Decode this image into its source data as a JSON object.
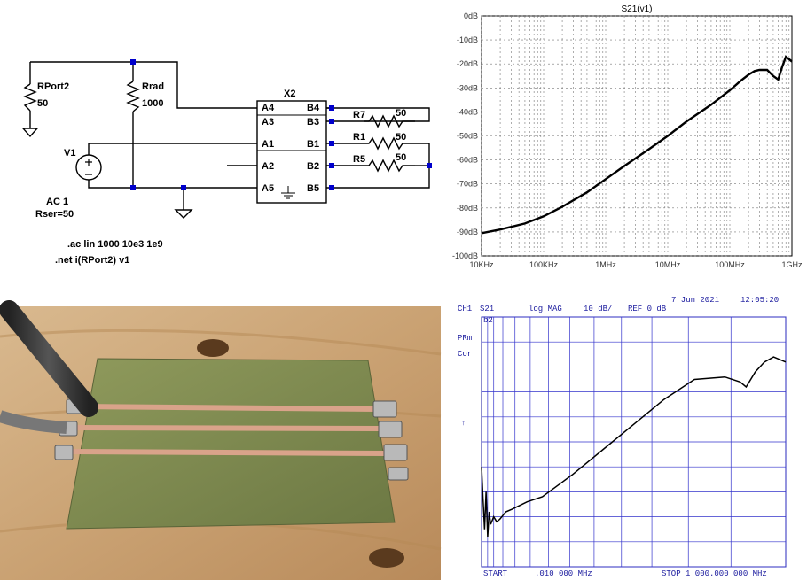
{
  "schematic": {
    "rport2": {
      "name": "RPort2",
      "value": "50"
    },
    "rrad": {
      "name": "Rrad",
      "value": "1000"
    },
    "v1": {
      "name": "V1",
      "ac": "AC 1",
      "rser": "Rser=50"
    },
    "x2": "X2",
    "pins_left": [
      "A4",
      "A3",
      "A1",
      "A2",
      "A5"
    ],
    "pins_right": [
      "B4",
      "B3",
      "B1",
      "B2",
      "B5"
    ],
    "r7": {
      "name": "R7",
      "value": "50"
    },
    "r1": {
      "name": "R1",
      "value": "50"
    },
    "r5": {
      "name": "R5",
      "value": "50"
    },
    "directive_ac": ".ac lin 1000 10e3 1e9",
    "directive_net": ".net i(RPort2) v1"
  },
  "sim_plot": {
    "title": "S21(v1)",
    "y_ticks": [
      "0dB",
      "-10dB",
      "-20dB",
      "-30dB",
      "-40dB",
      "-50dB",
      "-60dB",
      "-70dB",
      "-80dB",
      "-90dB",
      "-100dB"
    ],
    "x_ticks": [
      "10KHz",
      "100KHz",
      "1MHz",
      "10MHz",
      "100MHz",
      "1GHz"
    ]
  },
  "vna_plot": {
    "date": "7 Jun 2021",
    "time": "12:05:20",
    "ch": "CH1",
    "param": "S21",
    "fmt": "log MAG",
    "scale": "10 dB/",
    "ref": "REF 0 dB",
    "marker_b": "b2",
    "prm": "PRm",
    "cor": "Cor",
    "start_label": "START",
    "start_freq": ".010 000 MHz",
    "stop_label": "STOP 1 000.000 000 MHz",
    "ref_arrow": "↑"
  },
  "photo": {
    "label": "Test board with three parallel copper strips and SMA connectors"
  },
  "chart_data": [
    {
      "type": "line",
      "title": "S21(v1)",
      "xscale": "log",
      "xlim": [
        10000,
        1000000000
      ],
      "ylim": [
        -100,
        0
      ],
      "ylabel": "",
      "xlabel": "",
      "grid": true,
      "series": [
        {
          "name": "S21(v1)",
          "x": [
            10000,
            20000,
            50000,
            100000,
            200000,
            500000,
            1000000,
            2000000,
            5000000,
            10000000,
            20000000,
            50000000,
            100000000,
            150000000,
            200000000,
            250000000,
            300000000,
            400000000,
            500000000,
            600000000,
            700000000,
            800000000,
            1000000000
          ],
          "y": [
            -90.5,
            -89,
            -86.5,
            -83.5,
            -79.5,
            -73.5,
            -68,
            -62.5,
            -55.5,
            -50,
            -44,
            -37,
            -31,
            -27,
            -24.5,
            -23,
            -22.5,
            -22.5,
            -25,
            -26.5,
            -21,
            -17,
            -19
          ]
        }
      ]
    },
    {
      "type": "line",
      "title": "",
      "xscale": "linear",
      "xlim": [
        0.01,
        1000
      ],
      "ylim": [
        -100,
        0
      ],
      "grid": true,
      "series": [
        {
          "name": "S21",
          "x": [
            0.01,
            5,
            10,
            15,
            20,
            25,
            30,
            40,
            50,
            60,
            80,
            100,
            150,
            200,
            300,
            400,
            500,
            600,
            700,
            800,
            850,
            870,
            900,
            930,
            960,
            1000
          ],
          "y": [
            -60,
            -73,
            -85,
            -70,
            -88,
            -78,
            -83,
            -80,
            -82,
            -81,
            -78,
            -77,
            -74,
            -72,
            -63,
            -53,
            -43,
            -33,
            -25,
            -24,
            -26,
            -28,
            -22,
            -18,
            -16,
            -18
          ]
        }
      ]
    }
  ]
}
